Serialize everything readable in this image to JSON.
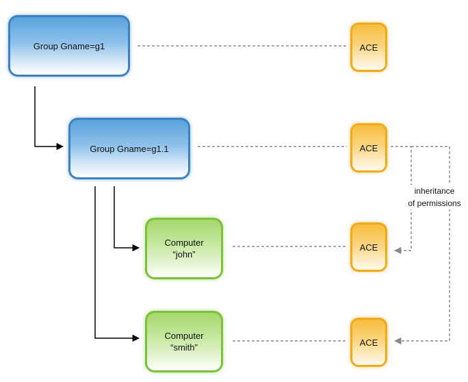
{
  "groups": {
    "g1": {
      "label": "Group Gname=g1"
    },
    "g1_1": {
      "label": "Group Gname=g1.1"
    }
  },
  "computers": {
    "john": {
      "line1": "Computer",
      "line2": "“john”"
    },
    "smith": {
      "line1": "Computer",
      "line2": "“smith”"
    }
  },
  "aces": {
    "ace1": {
      "label": "ACE"
    },
    "ace2": {
      "label": "ACE"
    },
    "ace3": {
      "label": "ACE"
    },
    "ace4": {
      "label": "ACE"
    }
  },
  "annotation": {
    "line1": "inheritance",
    "line2": "of permissions"
  },
  "colors": {
    "group_border": "#3b82c4",
    "computer_border": "#7cbf3a",
    "ace_border": "#f1a91a",
    "solid_connector": "#000000",
    "dashed_connector": "#8a8a8a"
  }
}
